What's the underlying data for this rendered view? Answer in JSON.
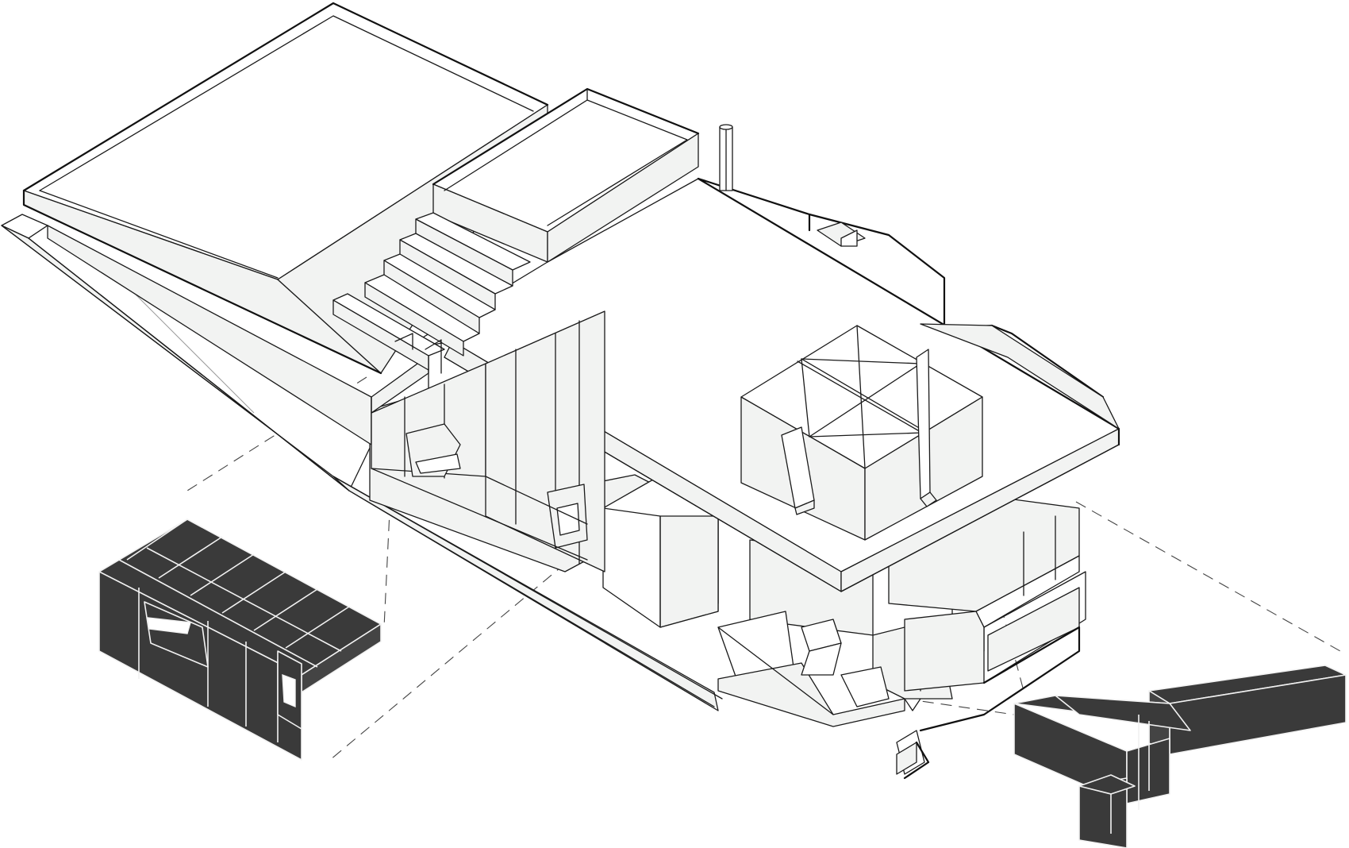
{
  "diagram": {
    "kind": "axonometric exploded house diagram",
    "colors": {
      "background": "#ffffff",
      "surface": "#f2f3f2",
      "line": "#1a1a1a",
      "highlight_volume": "#3a3a3a",
      "highlight_edge": "#f2f2f2"
    },
    "parts": [
      "roof-terrace-upper",
      "rooftop-pavilion",
      "exterior-stairs",
      "skylight-cube",
      "chimney-flue",
      "ground-floor-volume",
      "extracted-room-box",
      "extracted-corner-frame"
    ]
  }
}
